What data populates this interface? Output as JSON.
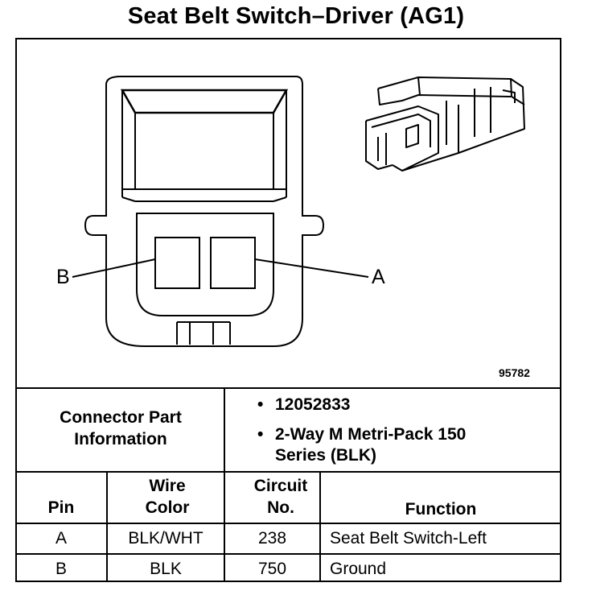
{
  "title": "Seat Belt Switch–Driver (AG1)",
  "figure_number": "95782",
  "pin_labels": {
    "left": "B",
    "right": "A"
  },
  "connector_info": {
    "label": "Connector Part Information",
    "items": [
      "12052833",
      "2-Way M Metri-Pack 150 Series (BLK)"
    ]
  },
  "table": {
    "headers": {
      "pin": "Pin",
      "wire_color": "Wire Color",
      "circuit": "Circuit No.",
      "function": "Function"
    },
    "rows": [
      {
        "pin": "A",
        "wire_color": "BLK/WHT",
        "circuit": "238",
        "function": "Seat Belt Switch-Left"
      },
      {
        "pin": "B",
        "wire_color": "BLK",
        "circuit": "750",
        "function": "Ground"
      }
    ]
  }
}
